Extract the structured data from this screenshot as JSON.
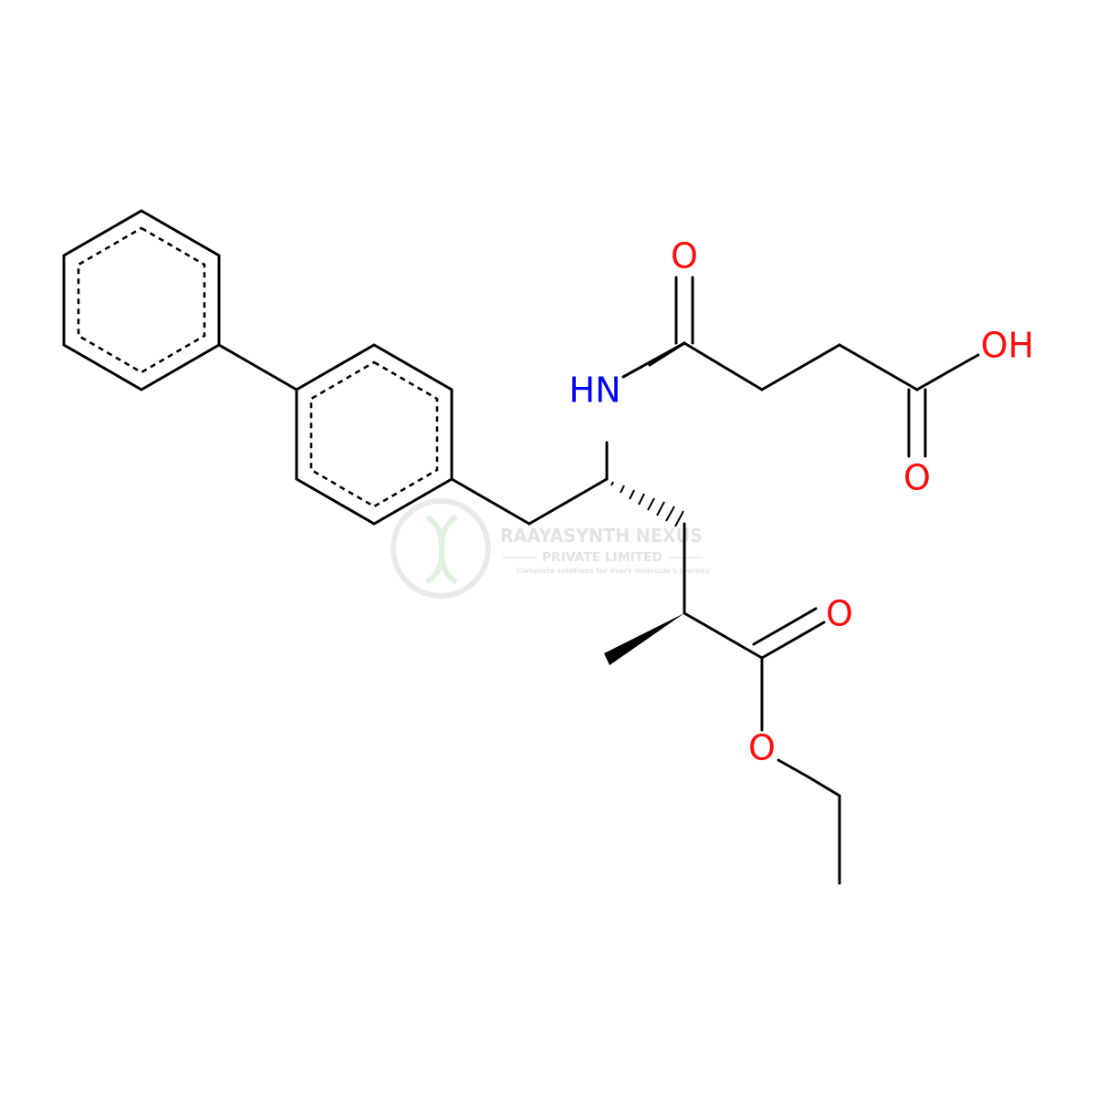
{
  "molecule": {
    "atom_labels": {
      "nh": "HN",
      "amide_o": "O",
      "acid_oh": "OH",
      "acid_o": "O",
      "ester_carbonyl_o": "O",
      "ester_o": "O"
    },
    "colors": {
      "bond": "#000000",
      "oxygen": "#ff0d0d",
      "nitrogen": "#0000ff"
    }
  },
  "watermark": {
    "company": "RAAYASYNTH NEXUS",
    "subtitle": "PRIVATE LIMITED",
    "tagline": "Complete solutions for every molecule's journey",
    "logo_icon": "dna-helix-icon"
  }
}
